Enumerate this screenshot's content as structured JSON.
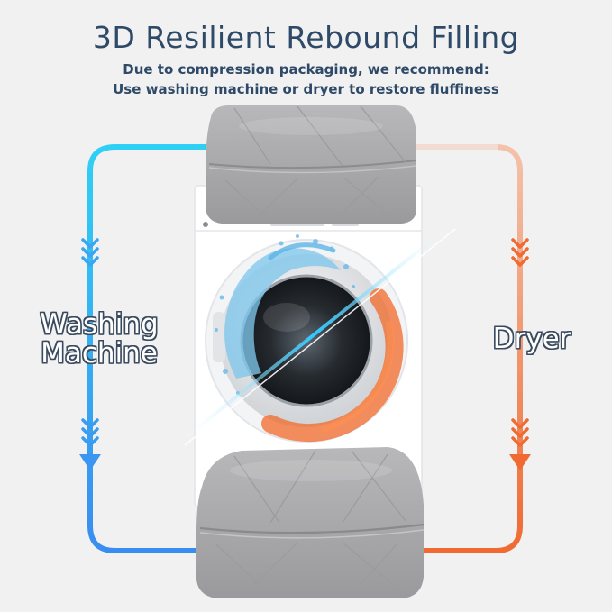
{
  "header": {
    "title": "3D Resilient Rebound Filling",
    "subtitle_line1": "Due to compression packaging, we recommend:",
    "subtitle_line2": "Use washing machine or dryer to restore fluffiness"
  },
  "labels": {
    "washing_line1": "Washing",
    "washing_line2": "Machine",
    "dryer": "Dryer"
  },
  "colors": {
    "title": "#2f4a68",
    "washing_flow": "#2fb8f0",
    "dryer_flow": "#f07a46",
    "comforter": "#a9a9ab",
    "machine": "#ffffff"
  },
  "icons": {
    "left_arrows": "chevron-down-icon",
    "right_arrows": "chevron-down-icon"
  }
}
